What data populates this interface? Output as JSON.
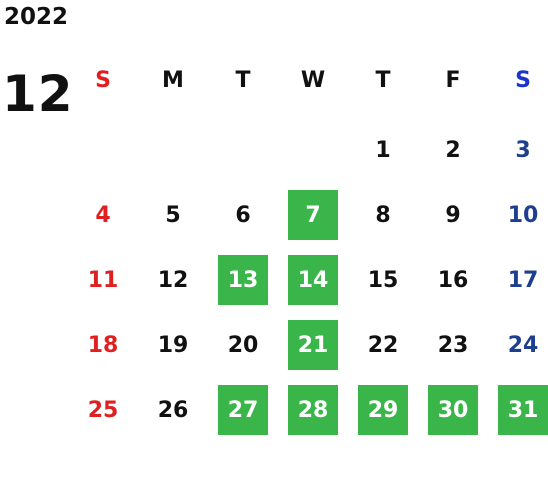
{
  "calendar": {
    "year": "2022",
    "month": "12",
    "weekdays": [
      "S",
      "M",
      "T",
      "W",
      "T",
      "F",
      "S"
    ],
    "weeks": [
      [
        "",
        "",
        "",
        "",
        "1",
        "2",
        "3"
      ],
      [
        "4",
        "5",
        "6",
        "7",
        "8",
        "9",
        "10"
      ],
      [
        "11",
        "12",
        "13",
        "14",
        "15",
        "16",
        "17"
      ],
      [
        "18",
        "19",
        "20",
        "21",
        "22",
        "23",
        "24"
      ],
      [
        "25",
        "26",
        "27",
        "28",
        "29",
        "30",
        "31"
      ]
    ],
    "highlighted_days": [
      "7",
      "13",
      "14",
      "21",
      "27",
      "28",
      "29",
      "30",
      "31"
    ]
  },
  "colors": {
    "sunday": "#e02020",
    "saturday_header": "#1a35c8",
    "saturday_day": "#1e3f8f",
    "weekday": "#111111",
    "highlight_bg": "#3ab54a"
  }
}
